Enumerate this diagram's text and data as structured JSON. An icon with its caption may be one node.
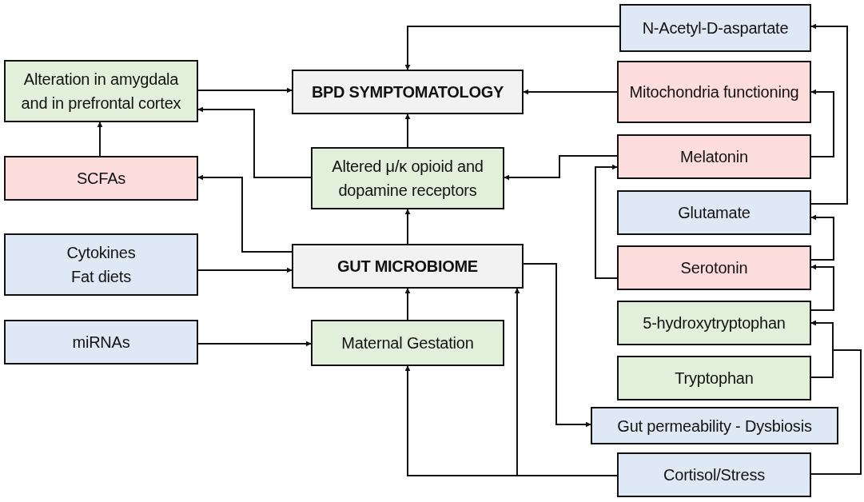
{
  "diagram": {
    "nodes": [
      {
        "text": [
          "N-Acetyl-D-aspartate"
        ]
      },
      {
        "text": [
          "Alteration in amygdala and in prefrontal cortex"
        ]
      },
      {
        "text": [
          "BPD SYMPTOMATOLOGY"
        ]
      },
      {
        "text": [
          "Mitochondria functioning"
        ]
      },
      {
        "text": [
          "SCFAs"
        ]
      },
      {
        "text": [
          "Altered μ/κ opioid and dopamine receptors"
        ]
      },
      {
        "text": [
          "Melatonin"
        ]
      },
      {
        "text": [
          "Glutamate"
        ]
      },
      {
        "text": [
          "Cytokines",
          "Fat diets"
        ]
      },
      {
        "text": [
          "GUT MICROBIOME"
        ]
      },
      {
        "text": [
          "Serotonin"
        ]
      },
      {
        "text": [
          "5-hydroxytryptophan"
        ]
      },
      {
        "text": [
          "miRNAs"
        ]
      },
      {
        "text": [
          "Maternal Gestation"
        ]
      },
      {
        "text": [
          "Tryptophan"
        ]
      },
      {
        "text": [
          "Gut permeability - Dysbiosis"
        ]
      },
      {
        "text": [
          "Cortisol/Stress"
        ]
      }
    ],
    "edges": [
      {
        "from": 0,
        "to": 2,
        "arrow": "to"
      },
      {
        "from": 1,
        "to": 2,
        "arrow": "to"
      },
      {
        "from": 3,
        "to": 2,
        "arrow": "to"
      },
      {
        "from": 4,
        "to": 1,
        "arrow": "to"
      },
      {
        "from": 5,
        "to": 2,
        "arrow": "to"
      },
      {
        "from": 5,
        "to": 1,
        "arrow": "to"
      },
      {
        "from": 6,
        "to": 5,
        "arrow": "to"
      },
      {
        "from": 6,
        "to": 3,
        "arrow": "to"
      },
      {
        "from": 7,
        "to": 0,
        "arrow": "to"
      },
      {
        "from": 10,
        "to": 7,
        "arrow": "to"
      },
      {
        "from": 10,
        "to": 6,
        "arrow": "to"
      },
      {
        "from": 11,
        "to": 10,
        "arrow": "to"
      },
      {
        "from": 14,
        "to": 11,
        "arrow": "to"
      },
      {
        "from": 16,
        "to": 11,
        "arrow": "to"
      },
      {
        "from": 9,
        "to": 5,
        "arrow": "to"
      },
      {
        "from": 9,
        "to": 4,
        "arrow": "to"
      },
      {
        "from": 8,
        "to": 9,
        "arrow": "to"
      },
      {
        "from": 13,
        "to": 9,
        "arrow": "to"
      },
      {
        "from": 12,
        "to": 13,
        "arrow": "to"
      },
      {
        "from": 9,
        "to": 15,
        "arrow": "to"
      },
      {
        "from": 16,
        "to": 13,
        "arrow": "to"
      },
      {
        "from": 16,
        "to": 9,
        "arrow": "to"
      }
    ]
  }
}
